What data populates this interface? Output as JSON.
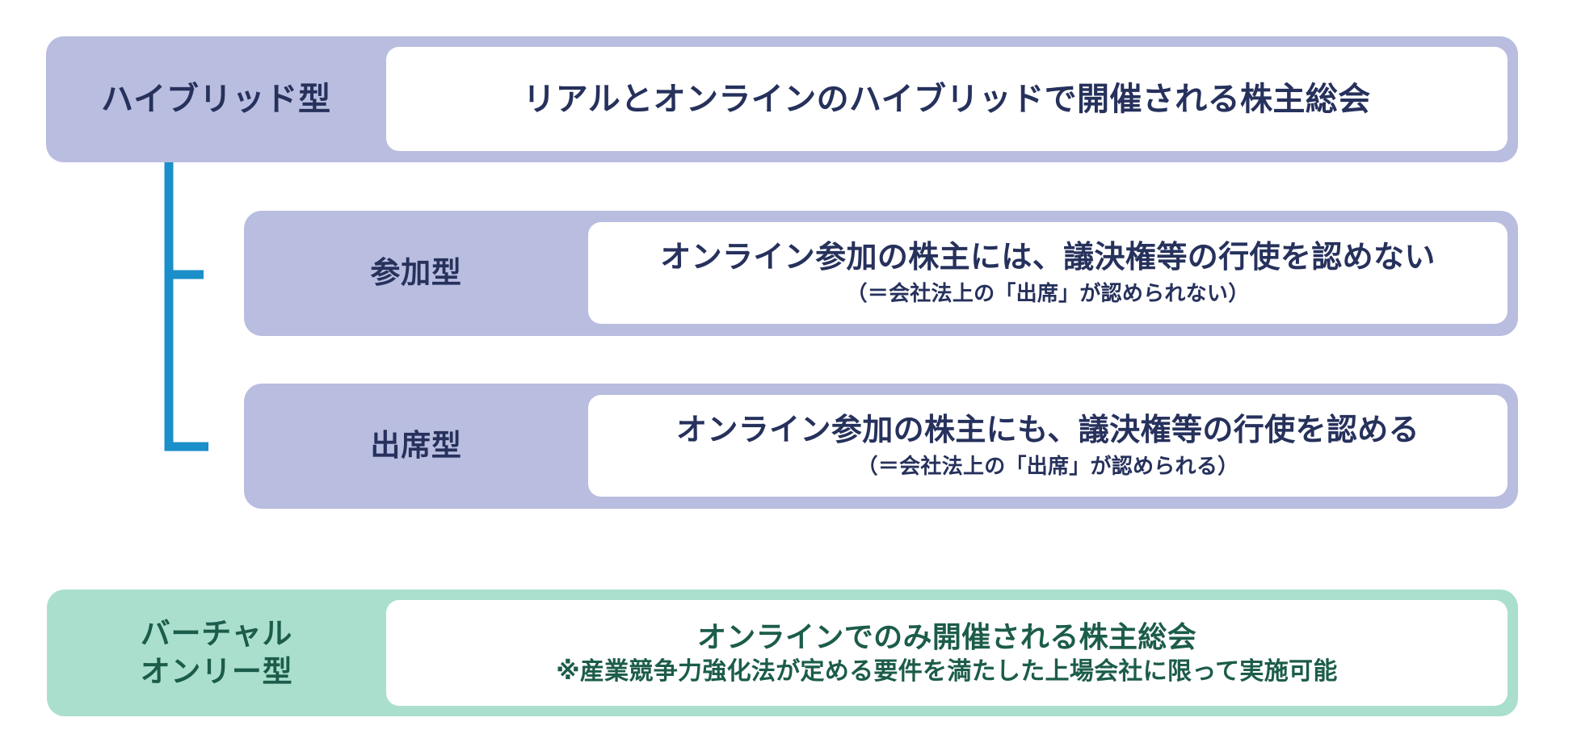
{
  "diagram": {
    "title_text_present": false,
    "colors": {
      "lavender_fill": "#b9bddf",
      "green_fill": "#aadfce",
      "navy_text": "#26315c",
      "green_text": "#1c5c4a",
      "connector_blue": "#1a8fc9",
      "card_white": "#ffffff",
      "background": "#ffffff"
    },
    "rows": [
      {
        "id": "hybrid",
        "label": "ハイブリッド型",
        "main": "リアルとオンラインのハイブリッドで開催される株主総会",
        "sub": ""
      },
      {
        "id": "sanka",
        "label": "参加型",
        "main": "オンライン参加の株主には、議決権等の行使を認めない",
        "sub": "（＝会社法上の「出席」が認められない）"
      },
      {
        "id": "shusseki",
        "label": "出席型",
        "main": "オンライン参加の株主にも、議決権等の行使を認める",
        "sub": "（＝会社法上の「出席」が認められる）"
      },
      {
        "id": "virtual",
        "label": "バーチャル\nオンリー型",
        "main": "オンラインでのみ開催される株主総会",
        "sub": "※産業競争力強化法が定める要件を満たした上場会社に限って実施可能"
      }
    ],
    "connector": {
      "name": "tree-connector",
      "from": "hybrid",
      "to": [
        "sanka",
        "shusseki"
      ]
    }
  }
}
